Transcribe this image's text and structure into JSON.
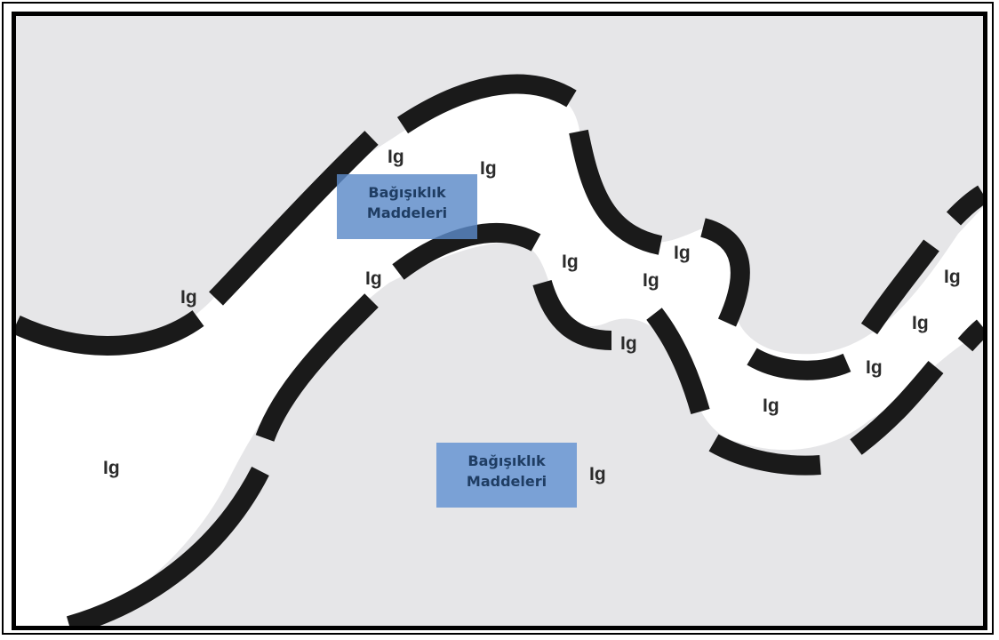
{
  "diagram": {
    "ig_label": "Ig",
    "callouts": [
      {
        "line1": "Bağışıklık",
        "line2": "Maddeleri"
      },
      {
        "line1": "Bağışıklık",
        "line2": "Maddeleri"
      }
    ],
    "colors": {
      "background": "#e6e6e8",
      "channel": "#ffffff",
      "wall": "#1a1a1a",
      "callout": "#6f9bd3",
      "callout_text": "#1f3d63"
    }
  }
}
